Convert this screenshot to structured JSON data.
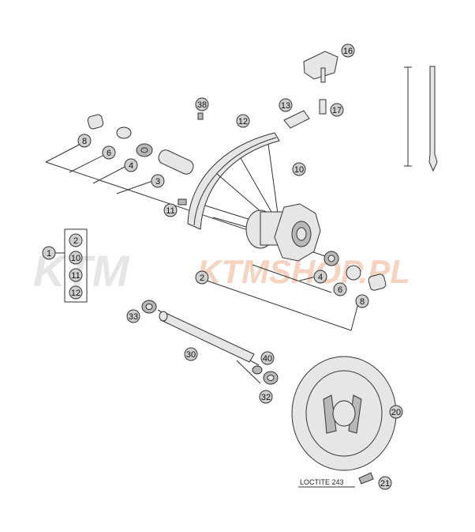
{
  "watermark": {
    "logo_text": "KTM",
    "site_text": "KTMSHOP.PL"
  },
  "callouts": {
    "c1": "1",
    "c2a": "2",
    "c2b": "2",
    "c3": "3",
    "c4a": "4",
    "c4b": "4",
    "c6a": "6",
    "c6b": "6",
    "c8a": "8",
    "c8b": "8",
    "c10a": "10",
    "c10b": "10",
    "c11a": "11",
    "c11b": "11",
    "c12a": "12",
    "c12b": "12",
    "c13": "13",
    "c16": "16",
    "c17": "17",
    "c20": "20",
    "c21": "21",
    "c30": "30",
    "c32": "32",
    "c33": "33",
    "c38": "38",
    "c40": "40"
  },
  "note": "LOCTITE 243"
}
